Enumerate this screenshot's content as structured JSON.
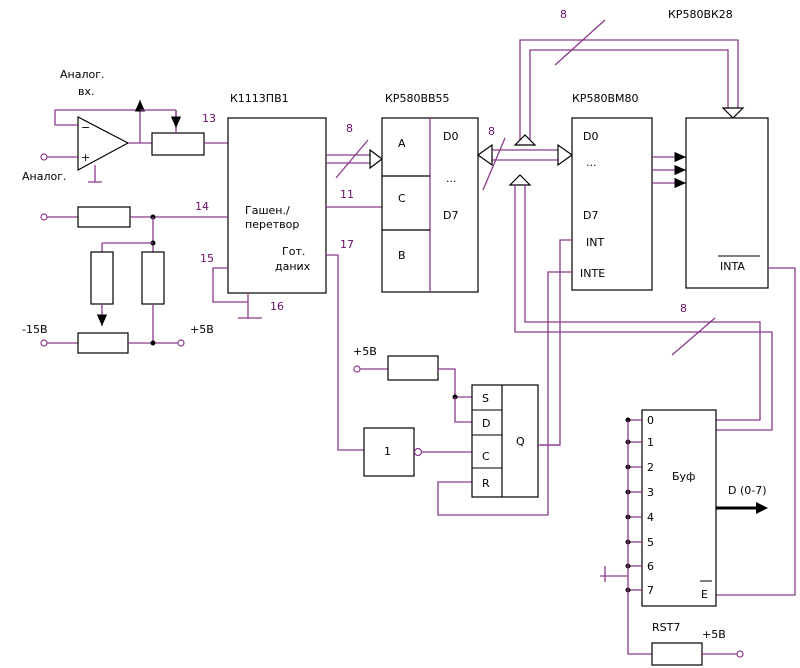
{
  "chips": {
    "adc": "К1113ПВ1",
    "ppi": "КР580ВВ55",
    "cpu": "КР580ВМ80",
    "sysctl": "КР580ВК28"
  },
  "adc_labels": {
    "line1": "Гашен./",
    "line2": "перетвор",
    "ready1": "Гот.",
    "ready2": "даних"
  },
  "ppi_labels": {
    "a": "A",
    "c": "C",
    "b": "B",
    "d0": "D0",
    "dots": "...",
    "d7": "D7"
  },
  "cpu_labels": {
    "d0": "D0",
    "dots": "...",
    "d7": "D7",
    "int": "INT",
    "inte": "INTE"
  },
  "sysctl_labels": {
    "inta": "INTA"
  },
  "input_labels": {
    "analog_in1": "Аналог.",
    "analog_in2": "вх.",
    "analog_gnd": "Аналог."
  },
  "pins": {
    "p13": "13",
    "p14": "14",
    "p11": "11",
    "p15": "15",
    "p16": "16",
    "p17": "17"
  },
  "bus_widths": {
    "top": "8",
    "adc_ppi": "8",
    "ppi_cpu": "8",
    "lower": "8"
  },
  "supplies": {
    "minus15": "-15В",
    "plus5_left": "+5В",
    "plus5_ff": "+5В",
    "plus5_rst": "+5В"
  },
  "flipflop": {
    "s": "S",
    "d": "D",
    "c": "C",
    "r": "R",
    "q": "Q"
  },
  "inverter": {
    "label": "1"
  },
  "buffer": {
    "title": "Буф",
    "inputs": [
      "0",
      "1",
      "2",
      "3",
      "4",
      "5",
      "6",
      "7"
    ],
    "output": "D (0-7)",
    "enable": "E",
    "rst": "RST7"
  }
}
